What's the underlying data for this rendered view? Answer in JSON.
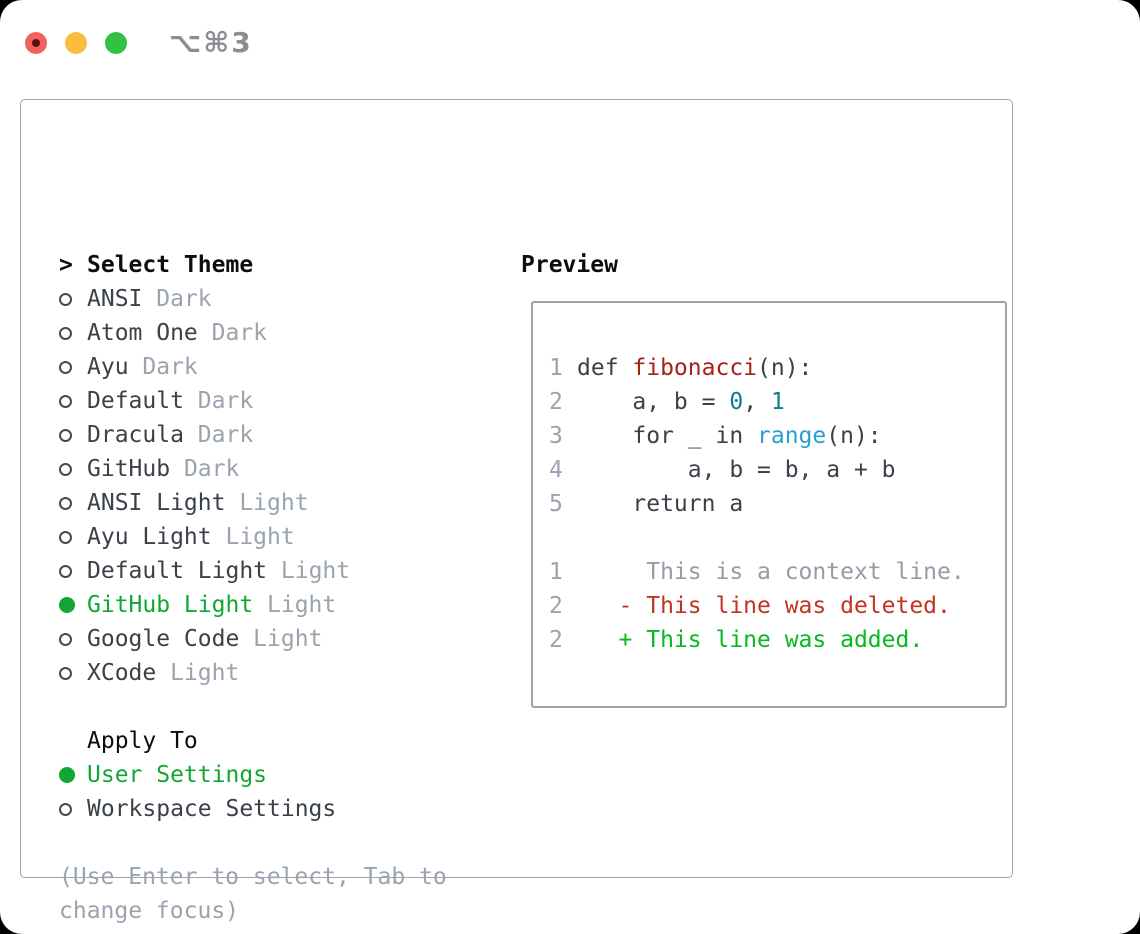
{
  "window": {
    "title": "⌥⌘3"
  },
  "colors": {
    "selection_green": "#12a735",
    "added_green": "#07b81f",
    "deleted_red": "#c23421",
    "function_red": "#a62118",
    "number_teal": "#0f7e88",
    "builtin_blue": "#2b9ed1",
    "muted_gray": "#9aa3ae",
    "text_dark": "#3a4149",
    "border_gray": "#99a2ad",
    "traffic_red": "#f2615b",
    "traffic_yellow": "#fbbd3d",
    "traffic_green": "#30c146"
  },
  "left": {
    "header_prefix": ">",
    "header": "Select Theme",
    "themes": [
      {
        "name": "ANSI",
        "tag": "Dark",
        "selected": false
      },
      {
        "name": "Atom One",
        "tag": "Dark",
        "selected": false
      },
      {
        "name": "Ayu",
        "tag": "Dark",
        "selected": false
      },
      {
        "name": "Default",
        "tag": "Dark",
        "selected": false
      },
      {
        "name": "Dracula",
        "tag": "Dark",
        "selected": false
      },
      {
        "name": "GitHub",
        "tag": "Dark",
        "selected": false
      },
      {
        "name": "ANSI Light",
        "tag": "Light",
        "selected": false
      },
      {
        "name": "Ayu Light",
        "tag": "Light",
        "selected": false
      },
      {
        "name": "Default Light",
        "tag": "Light",
        "selected": false
      },
      {
        "name": "GitHub Light",
        "tag": "Light",
        "selected": true
      },
      {
        "name": "Google Code",
        "tag": "Light",
        "selected": false
      },
      {
        "name": "XCode",
        "tag": "Light",
        "selected": false
      }
    ],
    "apply_to": {
      "header": "Apply To",
      "options": [
        {
          "name": "User Settings",
          "selected": true
        },
        {
          "name": "Workspace Settings",
          "selected": false
        }
      ]
    },
    "hint_lines": [
      "(Use Enter to select, Tab to",
      "change focus)"
    ]
  },
  "preview": {
    "header": "Preview",
    "lines": [
      {
        "num": "1",
        "segments": [
          {
            "t": "def ",
            "c": "fg"
          },
          {
            "t": "fibonacci",
            "c": "func"
          },
          {
            "t": "(n):",
            "c": "fg"
          }
        ]
      },
      {
        "num": "2",
        "segments": [
          {
            "t": "    a, b = ",
            "c": "fg"
          },
          {
            "t": "0",
            "c": "num"
          },
          {
            "t": ", ",
            "c": "fg"
          },
          {
            "t": "1",
            "c": "num"
          }
        ]
      },
      {
        "num": "3",
        "segments": [
          {
            "t": "    for _ in ",
            "c": "fg"
          },
          {
            "t": "range",
            "c": "builtin"
          },
          {
            "t": "(n):",
            "c": "fg"
          }
        ]
      },
      {
        "num": "4",
        "segments": [
          {
            "t": "        a, b = b, a + b",
            "c": "fg"
          }
        ]
      },
      {
        "num": "5",
        "segments": [
          {
            "t": "    return a",
            "c": "fg"
          }
        ]
      },
      {
        "num": "",
        "segments": []
      },
      {
        "num": "1",
        "segments": [
          {
            "t": "     This is a context line.",
            "c": "ctx"
          }
        ]
      },
      {
        "num": "2",
        "segments": [
          {
            "t": "   - This line was deleted.",
            "c": "del"
          }
        ]
      },
      {
        "num": "2",
        "segments": [
          {
            "t": "   + This line was added.",
            "c": "add"
          }
        ]
      }
    ]
  }
}
